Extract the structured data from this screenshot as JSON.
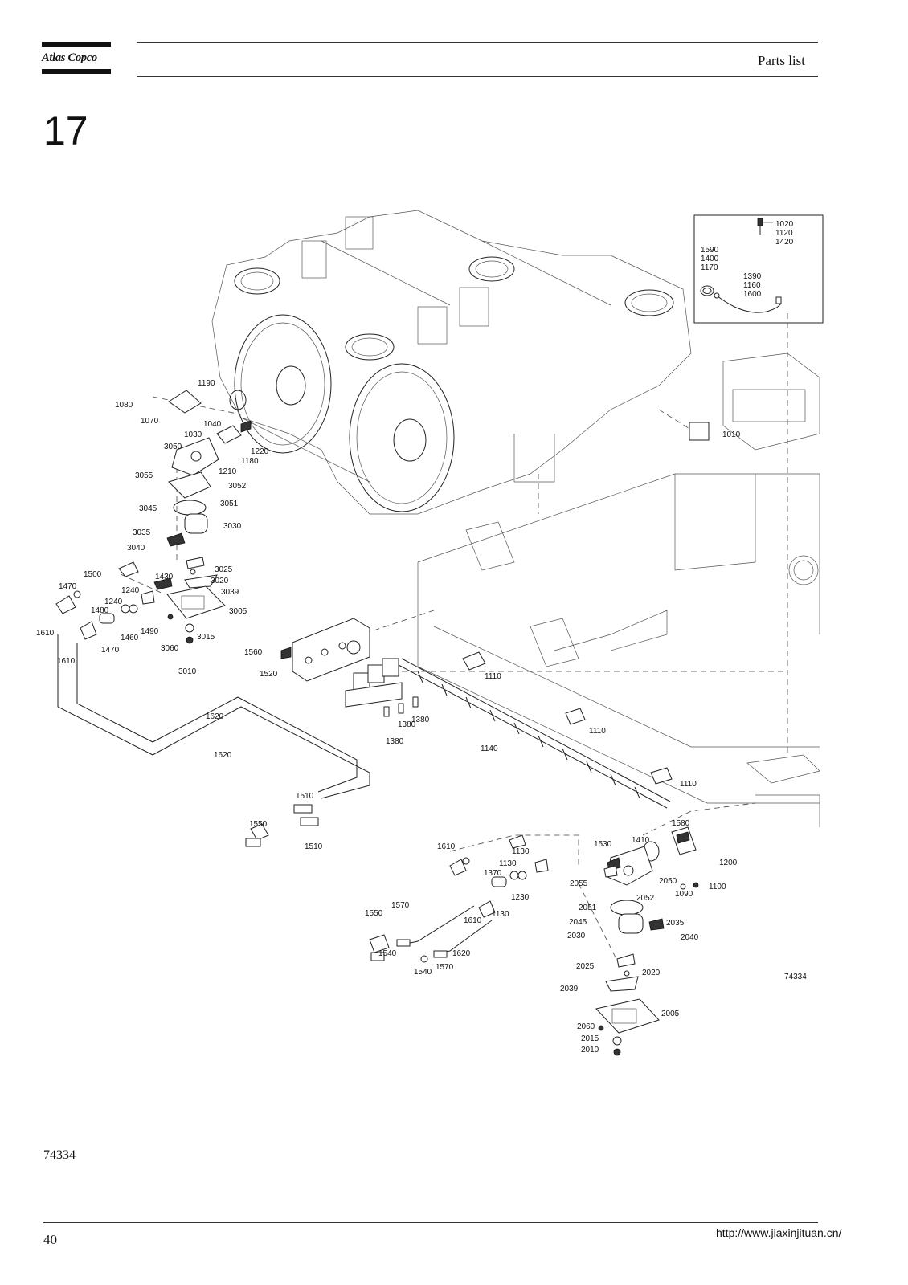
{
  "header": {
    "brand": "Atlas Copco",
    "title": "Parts list"
  },
  "section": {
    "number": "17"
  },
  "drawing": {
    "inset_labels": [
      "1020",
      "1120",
      "1420",
      "1590",
      "1400",
      "1170",
      "1390",
      "1160",
      "1600"
    ],
    "callouts": [
      "1010",
      "1030",
      "1040",
      "1070",
      "1080",
      "1110",
      "1140",
      "1180",
      "1190",
      "1200",
      "1210",
      "1220",
      "1230",
      "1240",
      "1370",
      "1380",
      "1410",
      "1430",
      "1470",
      "1480",
      "1490",
      "1500",
      "1510",
      "1520",
      "1530",
      "1540",
      "1550",
      "1560",
      "1570",
      "1580",
      "1610",
      "1620",
      "2005",
      "2010",
      "2015",
      "2020",
      "2025",
      "2030",
      "2035",
      "2039",
      "2040",
      "2045",
      "2050",
      "2051",
      "2052",
      "2055",
      "2060",
      "3005",
      "3010",
      "3015",
      "3020",
      "3025",
      "3030",
      "3035",
      "3039",
      "3040",
      "3045",
      "3050",
      "3051",
      "3052",
      "3055",
      "3060",
      "1090",
      "1100",
      "1130",
      "1460"
    ],
    "drawing_ref": "74334"
  },
  "footer": {
    "reference": "74334",
    "page_number": "40",
    "url": "http://www.jiaxinjituan.cn/"
  }
}
